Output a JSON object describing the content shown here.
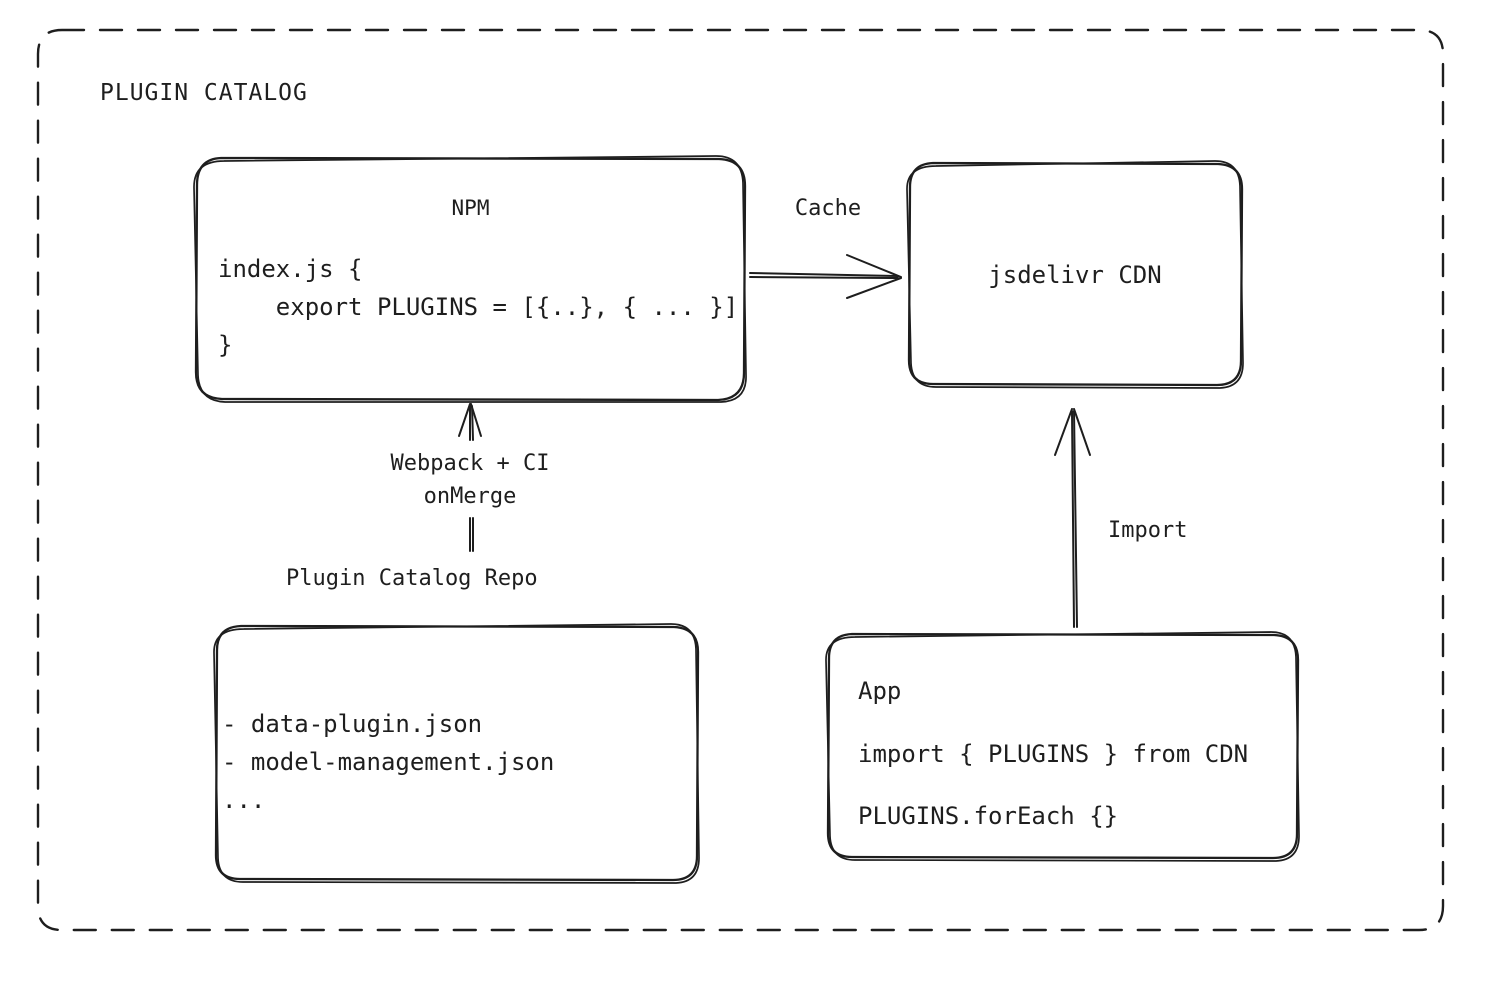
{
  "diagram": {
    "frame": {
      "title": "PLUGIN CATALOG",
      "border_style": "dashed",
      "color": "#1e1e1e"
    },
    "background": "#ffffff",
    "stroke_color": "#1e1e1e",
    "nodes": {
      "npm": {
        "title": "NPM",
        "code_lines": "index.js {\n    export PLUGINS = [{..}, { ... }]\n}"
      },
      "cdn": {
        "title": "jsdelivr CDN"
      },
      "repo": {
        "caption": "Plugin Catalog Repo",
        "file_lines": "- data-plugin.json\n- model-management.json\n..."
      },
      "app": {
        "title": "App",
        "code_line_1": "import { PLUGINS } from CDN",
        "code_line_2": "PLUGINS.forEach {}"
      }
    },
    "edges": {
      "npm_to_cdn": {
        "label": "Cache",
        "direction": "right"
      },
      "repo_to_npm": {
        "label": "Webpack + CI\nonMerge",
        "direction": "up"
      },
      "app_to_cdn": {
        "label": "Import",
        "direction": "up"
      }
    }
  }
}
